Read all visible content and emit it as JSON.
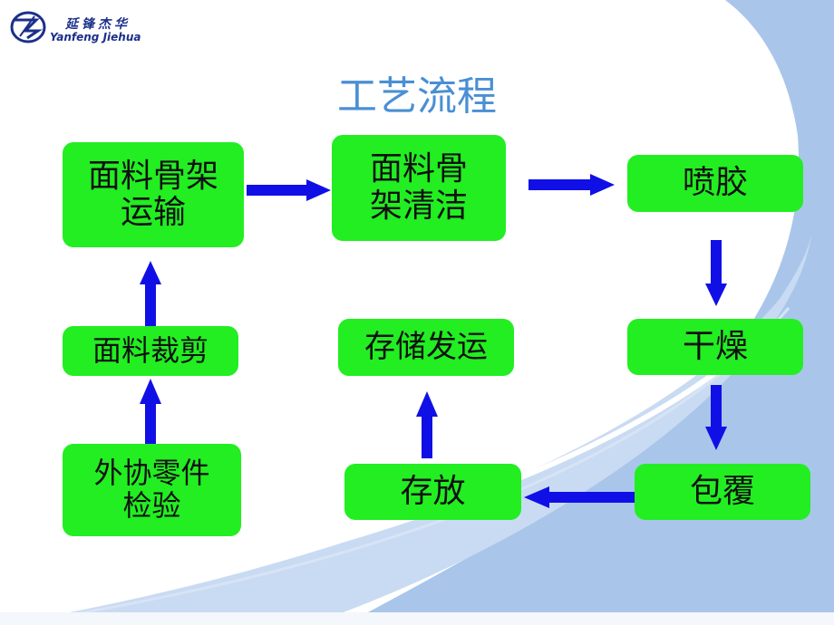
{
  "logo": {
    "name_cn": "延锋杰华",
    "name_en": "Yanfeng Jiehua"
  },
  "title": "工艺流程",
  "steps": {
    "transport": "面料骨架\n运输",
    "clean": "面料骨\n架清洁",
    "spray": "喷胶",
    "dry": "干燥",
    "wrap": "包覆",
    "store": "存放",
    "ship": "存储发运",
    "cut": "面料裁剪",
    "inspect": "外协零件\n检验"
  },
  "colors": {
    "box": "#22ee22",
    "arrow": "#1010e6",
    "title": "#4a8fd4",
    "logo": "#1b2f8a"
  }
}
